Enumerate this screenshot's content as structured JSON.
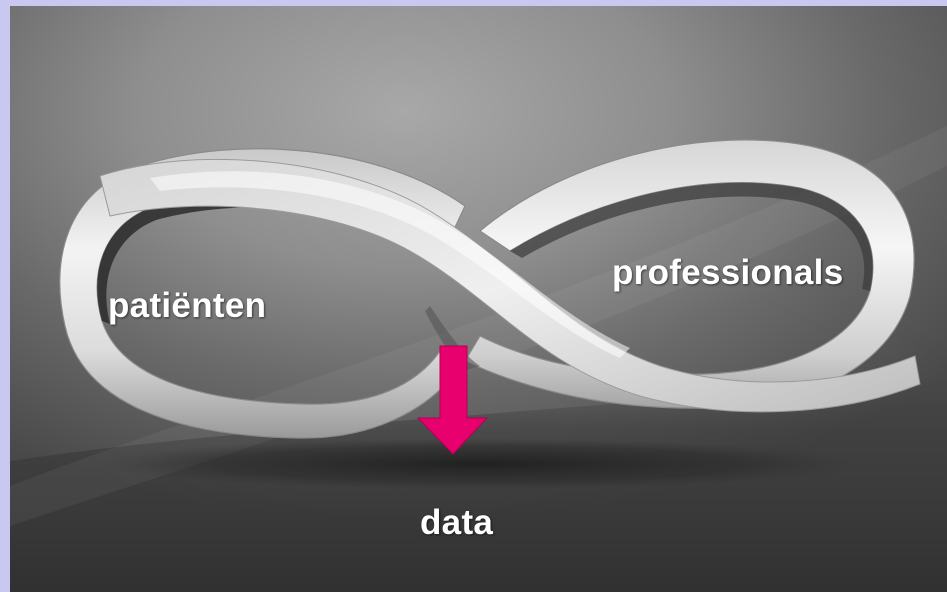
{
  "diagram": {
    "left_label": "patiënten",
    "right_label": "professionals",
    "bottom_label": "data",
    "arrow_color": "#e8006f",
    "ribbon_color": "#e6e6e6",
    "background_color": "#7c7b7b",
    "frame_color": "#c9c8f0"
  }
}
